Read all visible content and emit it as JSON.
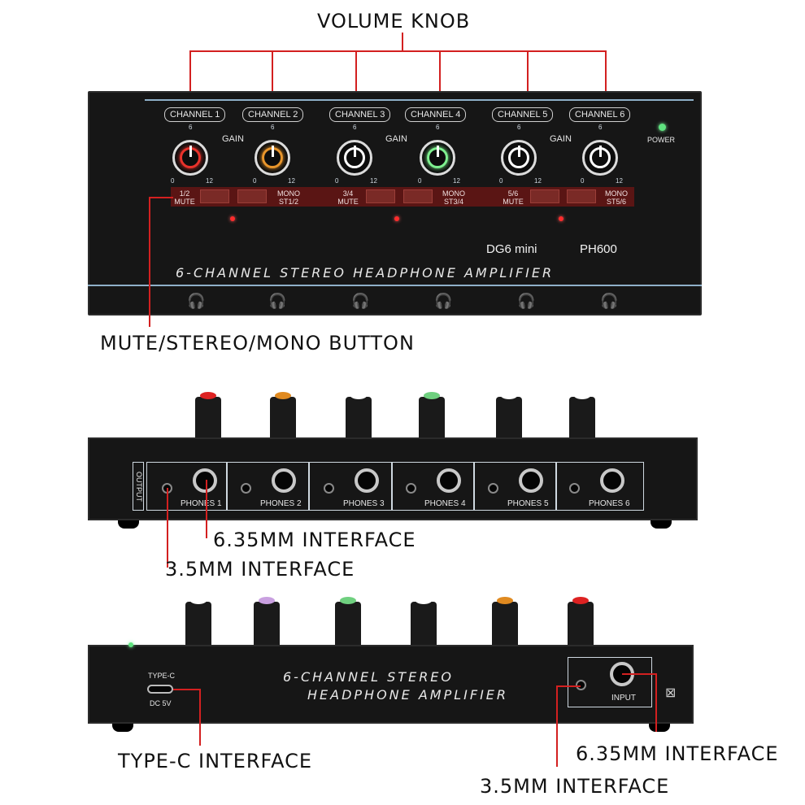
{
  "callouts": {
    "volume_knob": "VOLUME KNOB",
    "mute_button": "MUTE/STEREO/MONO BUTTON",
    "front_635": "6.35MM INTERFACE",
    "front_35": "3.5MM INTERFACE",
    "type_c": "TYPE-C INTERFACE",
    "back_635": "6.35MM INTERFACE",
    "back_35": "3.5MM INTERFACE"
  },
  "top_panel": {
    "channels": [
      "CHANNEL 1",
      "CHANNEL 2",
      "CHANNEL 3",
      "CHANNEL 4",
      "CHANNEL 5",
      "CHANNEL 6"
    ],
    "gain_label": "GAIN",
    "tick_min": "0",
    "tick_mid": "6",
    "tick_max": "12",
    "knob_colors": [
      "#e8322b",
      "#e8952b",
      "#ffffff",
      "#7ef08f",
      "#ffffff",
      "#ffffff"
    ],
    "mute_labels": [
      "1/2 MUTE",
      "3/4 MUTE",
      "5/6 MUTE"
    ],
    "mono_labels": [
      "MONO ST1/2",
      "MONO ST3/4",
      "MONO ST5/6"
    ],
    "power_label": "POWER",
    "model": "DG6 mini",
    "model_code": "PH600",
    "title": "6-CHANNEL STEREO HEADPHONE AMPLIFIER"
  },
  "front_panel": {
    "output_label": "OUTPUT",
    "phones": [
      "PHONES 1",
      "PHONES 2",
      "PHONES 3",
      "PHONES 4",
      "PHONES 5",
      "PHONES 6"
    ],
    "cap_colors": [
      "#d22",
      "#e08a20",
      "#fff",
      "#6fd07f",
      "#fff",
      "#fff"
    ]
  },
  "back_panel": {
    "typec_label": "TYPE-C",
    "dc_label": "DC 5V",
    "title_line1": "6-CHANNEL STEREO",
    "title_line2": "HEADPHONE AMPLIFIER",
    "input_label": "INPUT",
    "cap_colors": [
      "#fff",
      "#c9a0e0",
      "#6fd07f",
      "#fff",
      "#e08a20",
      "#d22"
    ]
  }
}
